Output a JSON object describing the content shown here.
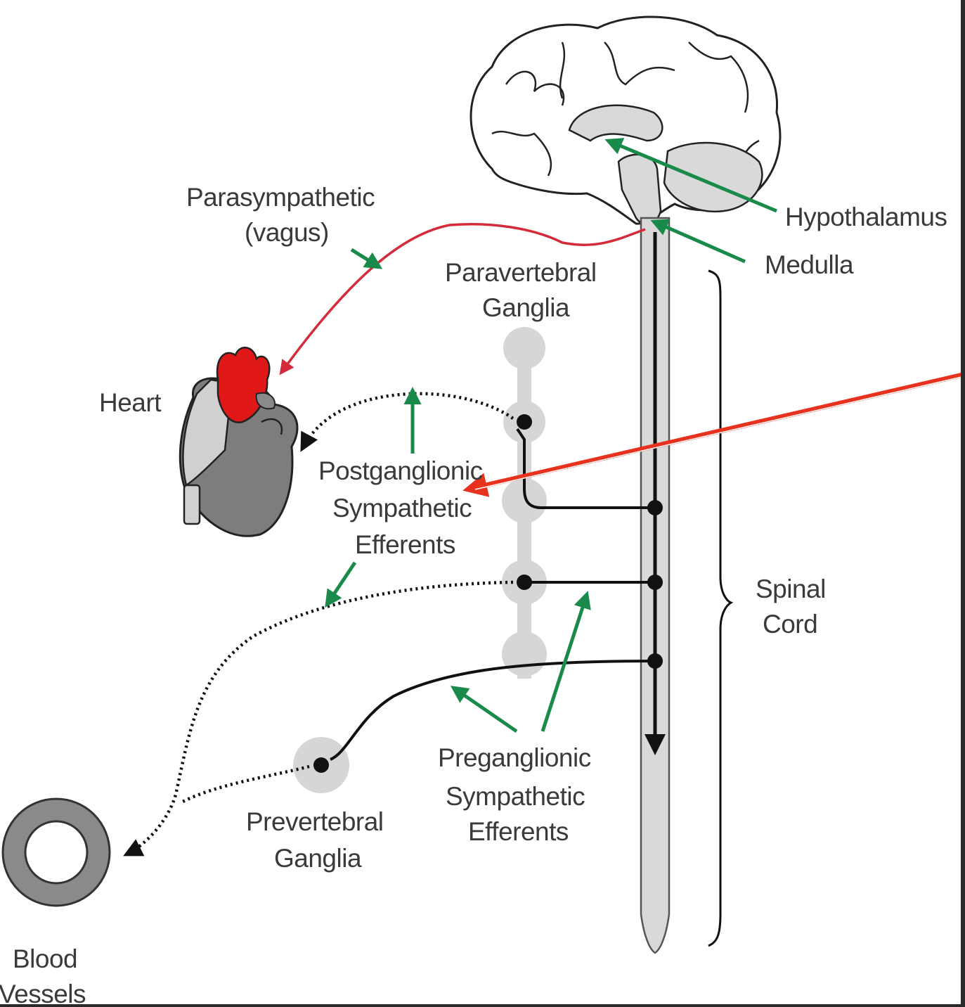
{
  "labels": {
    "parasympathetic": "Parasympathetic",
    "vagus": "(vagus)",
    "hypothalamus": "Hypothalamus",
    "medulla": "Medulla",
    "paravertebral_1": "Paravertebral",
    "paravertebral_2": "Ganglia",
    "heart": "Heart",
    "postganglionic_1": "Postganglionic",
    "postganglionic_2": "Sympathetic",
    "postganglionic_3": "Efferents",
    "spinal_1": "Spinal",
    "spinal_2": "Cord",
    "preganglionic_1": "Preganglionic",
    "preganglionic_2": "Sympathetic",
    "preganglionic_3": "Efferents",
    "prevertebral_1": "Prevertebral",
    "prevertebral_2": "Ganglia",
    "blood_1": "Blood",
    "blood_2": "Vessels"
  },
  "colors": {
    "parasympathetic_nerve": "#d42b3a",
    "pointer_arrows": "#1a8a4a",
    "highlight_arrow": "#e8321e",
    "tissue_gray": "#d9d9d9",
    "heart_red": "#e01818"
  }
}
